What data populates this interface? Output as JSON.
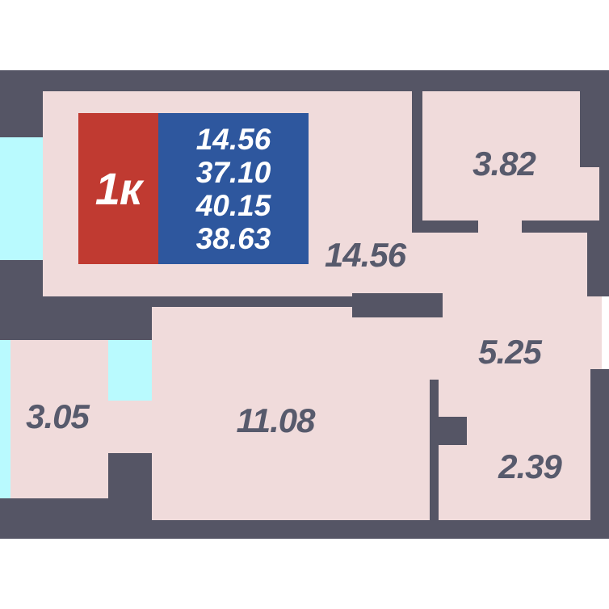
{
  "plan": {
    "badge": {
      "type_label": "1к",
      "area_lines": [
        "14.56",
        "37.10",
        "40.15",
        "38.63"
      ]
    },
    "rooms": [
      {
        "name": "room-14-56",
        "label": "14.56"
      },
      {
        "name": "room-3-82",
        "label": "3.82"
      },
      {
        "name": "room-5-25",
        "label": "5.25"
      },
      {
        "name": "room-11-08",
        "label": "11.08"
      },
      {
        "name": "room-3-05",
        "label": "3.05"
      },
      {
        "name": "room-2-39",
        "label": "2.39"
      }
    ],
    "colors": {
      "wall": "#555565",
      "floor": "#f0dbdb",
      "window_glass": "#b9fafe",
      "badge_red": "#c03a31",
      "badge_blue": "#2e579e",
      "label_text": "#575a6c"
    }
  }
}
